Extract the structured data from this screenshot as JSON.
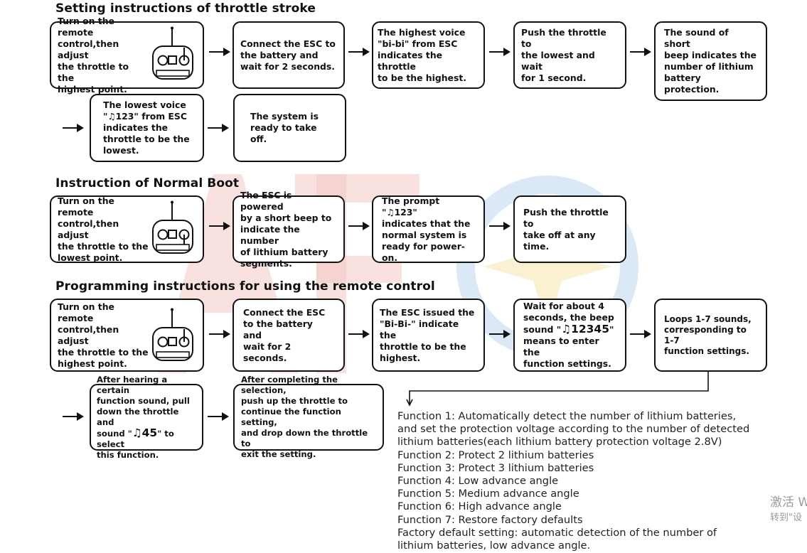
{
  "sections": [
    {
      "title": "Setting instructions of throttle stroke",
      "steps": [
        "Turn on the\nremote\ncontrol,then adjust\nthe throttle to the\nhighest point.",
        "Connect the ESC to\nthe battery and\nwait for 2 seconds.",
        "The highest voice\n\"bi-bi\" from ESC\nindicates the throttle\nto be the highest.",
        "Push the throttle to\nthe lowest and wait\nfor 1 second.",
        "The sound of short\nbeep indicates the\nnumber of lithium\nbattery protection.",
        "The lowest voice\n\"♫123\" from ESC\nindicates the\nthrottle to be the\nlowest.",
        "The system is\nready to take off."
      ]
    },
    {
      "title": "Instruction of Normal Boot",
      "steps": [
        "Turn on the remote\ncontrol,then adjust\nthe throttle to the\nlowest point.",
        "The ESC is powered\nby a short beep to\nindicate the number\nof lithium battery\nsegments.",
        "The prompt \"♫123\"\nindicates that the\nnormal system is\nready for power-on.",
        "Push the throttle to\ntake off at any time."
      ]
    },
    {
      "title": "Programming instructions for using the remote control",
      "steps": [
        "Turn on the remote\ncontrol,then adjust\nthe throttle to the\nhighest point.",
        "Connect the ESC\nto the battery and\nwait for 2 seconds.",
        "The ESC issued the\n\"Bi-Bi-\" indicate the\nthrottle to be the\nhighest.",
        "Wait for about 4\nseconds, the beep",
        "sound \"",
        "♫12345",
        "\"",
        "means to enter the\nfunction settings.",
        "Loops 1-7 sounds,\ncorresponding to 1-7\nfunction settings.",
        "After hearing a certain\nfunction sound, pull\ndown the throttle and",
        "sound \"",
        "♫45",
        "\" to select\nthis function.",
        "After completing the selection,\npush up the throttle to\ncontinue the function setting,\nand drop down the throttle to\nexit the setting."
      ]
    }
  ],
  "functions": [
    "Function 1: Automatically detect the number of lithium batteries,\nand set the protection voltage according to the number of detected\nlithium batteries(each lithium battery protection voltage 2.8V)",
    "Function 2: Protect 2 lithium batteries",
    "Function 3: Protect 3 lithium batteries",
    "Function 4: Low advance angle",
    "Function 5: Medium advance angle",
    "Function 6: High advance angle",
    "Function 7: Restore factory defaults",
    "Factory default setting: automatic detection of the number of\nlithium batteries, low advance angle."
  ],
  "activation": {
    "line1": "激活 W",
    "line2": "转到\"设"
  },
  "colors": {
    "line": "#111111",
    "watermark_red": "#f3c8c4",
    "watermark_blue": "#cfe0f2",
    "watermark_yellow": "#f8efcc"
  }
}
